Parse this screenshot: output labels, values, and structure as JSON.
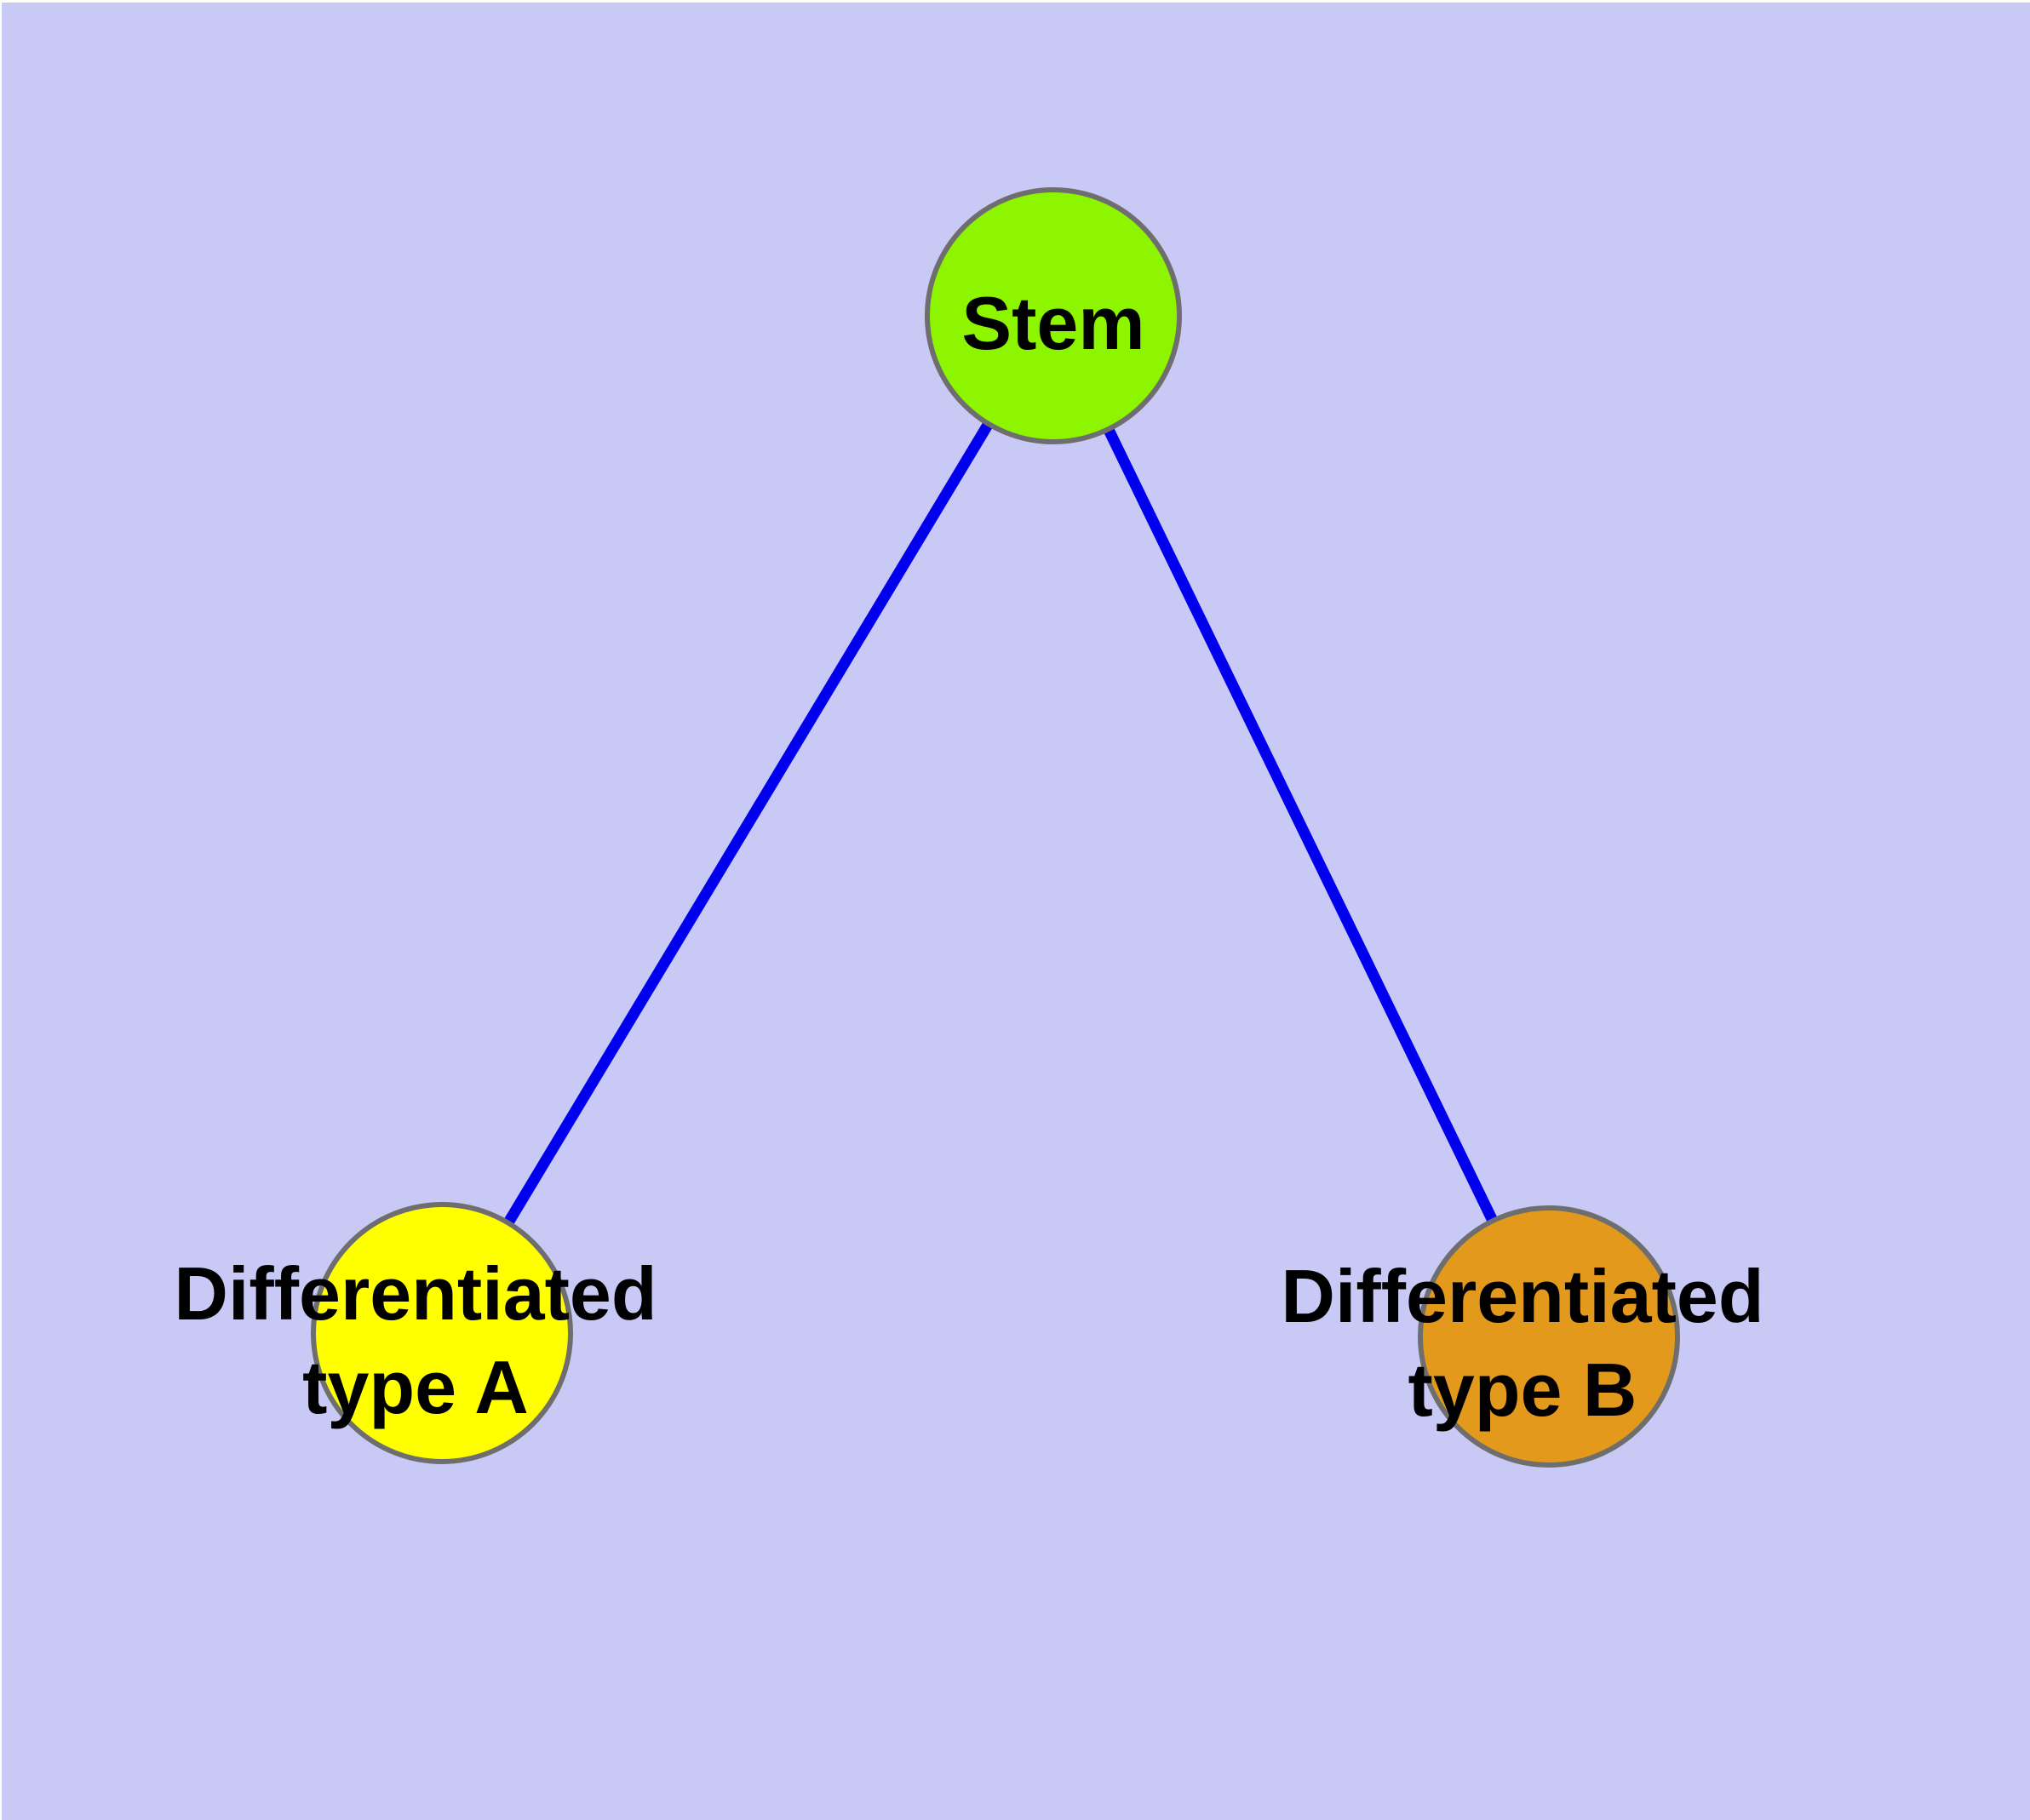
{
  "diagram": {
    "type": "node-link-graph",
    "background_color": "#c9c9f5",
    "edge_color": "#0000ee",
    "node_border_color": "#6e6e6e",
    "label_color": "#000000",
    "nodes": [
      {
        "id": "stem",
        "label": "Stem",
        "label_lines": [
          "Stem"
        ],
        "fill": "#8df500"
      },
      {
        "id": "differentiated-type-a",
        "label": "Differentiated type A",
        "label_lines": [
          "Differentiated",
          "type A"
        ],
        "fill": "#ffff00"
      },
      {
        "id": "differentiated-type-b",
        "label": "Differentiated type B",
        "label_lines": [
          "Differentiated",
          "type B"
        ],
        "fill": "#e39a1c"
      }
    ],
    "edges": [
      {
        "from": "stem",
        "to": "differentiated-type-a"
      },
      {
        "from": "stem",
        "to": "differentiated-type-b"
      }
    ]
  }
}
